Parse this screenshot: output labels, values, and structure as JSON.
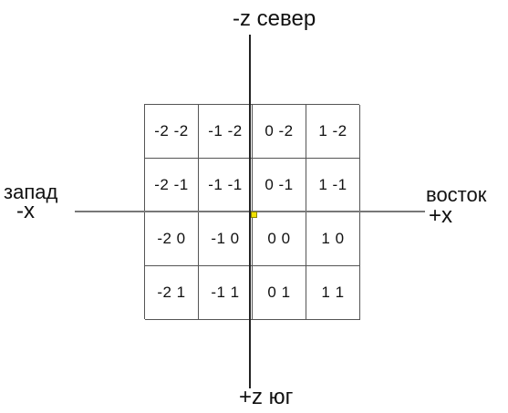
{
  "axes": {
    "north": "-z север",
    "south": "+z юг",
    "west_word": "запад",
    "west_axis": "-x",
    "east_word": "восток",
    "east_axis": "+x"
  },
  "grid": {
    "rows": [
      [
        "-2 -2",
        "-1 -2",
        "0 -2",
        "1 -2"
      ],
      [
        "-2 -1",
        "-1 -1",
        "0 -1",
        "1 -1"
      ],
      [
        "-2 0",
        "-1 0",
        "0 0",
        "1 0"
      ],
      [
        "-2 1",
        "-1 1",
        "0 1",
        "1 1"
      ]
    ]
  },
  "colors": {
    "origin_marker": "#f0e000"
  }
}
